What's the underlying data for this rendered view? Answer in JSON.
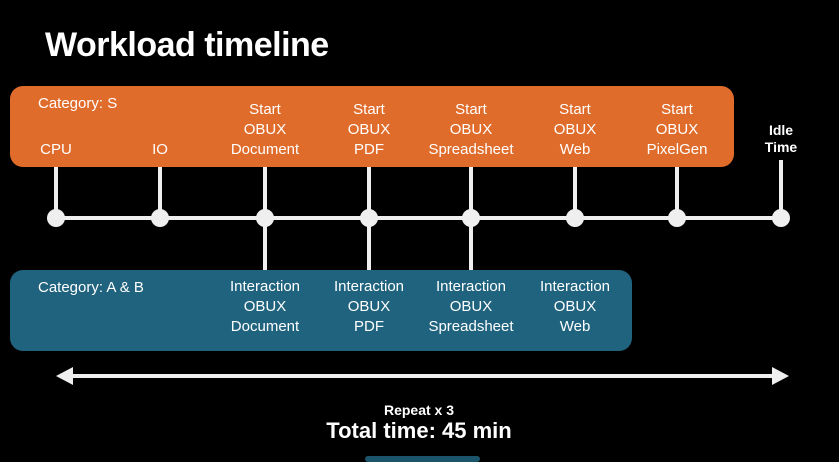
{
  "title": "Workload timeline",
  "colors": {
    "background": "#000000",
    "orange": "#E06C2B",
    "teal": "#20637E",
    "line": "#EFEFEF",
    "text": "#FFFFFF"
  },
  "category_s": {
    "label": "Category: S",
    "items": [
      {
        "text": "CPU"
      },
      {
        "text": "IO"
      },
      {
        "text": "Start\nOBUX\nDocument"
      },
      {
        "text": "Start\nOBUX\nPDF"
      },
      {
        "text": "Start\nOBUX\nSpreadsheet"
      },
      {
        "text": "Start\nOBUX\nWeb"
      },
      {
        "text": "Start\nOBUX\nPixelGen"
      }
    ]
  },
  "idle_label": "Idle\nTime",
  "category_ab": {
    "label": "Category: A & B",
    "items": [
      {
        "text": "Interaction\nOBUX\nDocument"
      },
      {
        "text": "Interaction\nOBUX\nPDF"
      },
      {
        "text": "Interaction\nOBUX\nSpreadsheet"
      },
      {
        "text": "Interaction\nOBUX\nWeb"
      }
    ]
  },
  "footer": {
    "repeat": "Repeat x 3",
    "total_time": "Total time: 45 min"
  }
}
